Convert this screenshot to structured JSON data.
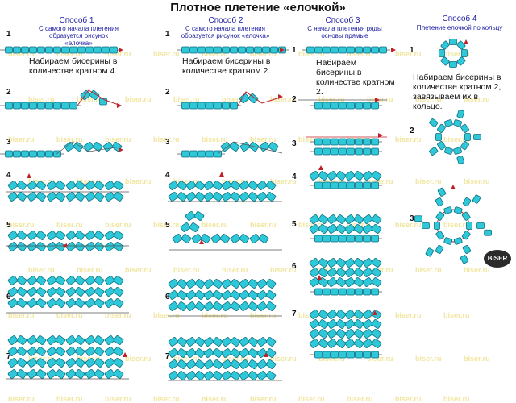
{
  "title": "Плотное плетение «елочкой»",
  "columns": [
    {
      "title": "Способ 1",
      "subtitle": "С самого начала плетения образуется рисунок «елочка»",
      "note": "Набираем бисерины в количестве кратном 4."
    },
    {
      "title": "Способ 2",
      "subtitle": "С самого начала плетения образуется рисунок «елочка»",
      "note": "Набираем бисерины в количестве кратном 2."
    },
    {
      "title": "Способ 3",
      "subtitle": "С начала плетения ряды основы прямые",
      "note": "Набираем бисерины в количестве кратном 2."
    },
    {
      "title": "Способ 4",
      "subtitle": "Плетение елочкой по кольцу",
      "note": "Набираем бисерины в количестве кратном 2, завязываем их в кольцо."
    }
  ],
  "steps": {
    "col1": [
      "1",
      "2",
      "3",
      "4",
      "5",
      "6",
      "7"
    ],
    "col2": [
      "1",
      "2",
      "3",
      "4",
      "5",
      "6",
      "7"
    ],
    "col3": [
      "1",
      "2",
      "3",
      "4",
      "5",
      "6",
      "7"
    ],
    "col4": [
      "1",
      "2",
      "3"
    ]
  },
  "watermark": "biser.ru",
  "logo": "BiSER",
  "colors": {
    "bead": "#2ec8d8",
    "bead_stroke": "#0e6f80",
    "thread": "#c0202a",
    "text_blue": "#1a1aa0"
  }
}
